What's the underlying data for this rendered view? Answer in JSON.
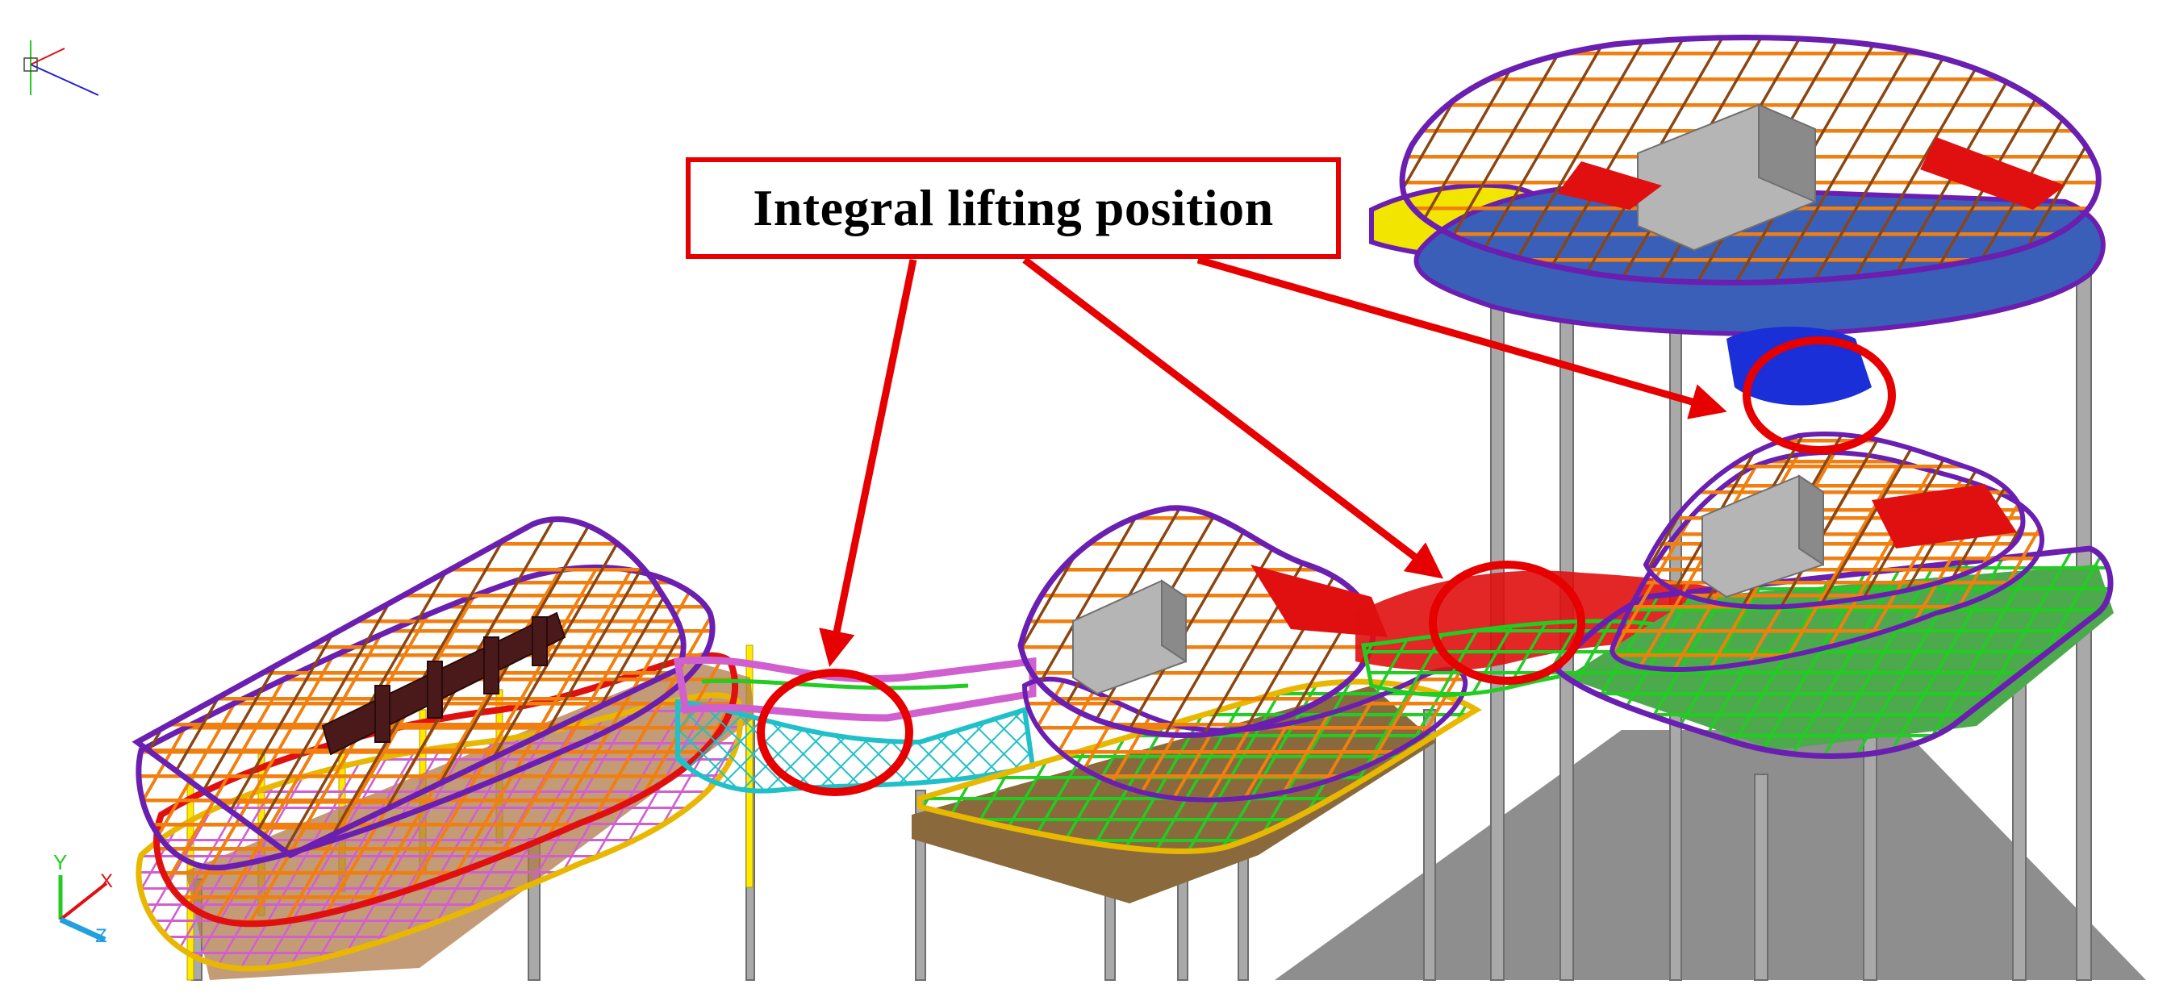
{
  "callout": {
    "label": "Integral lifting position"
  },
  "axes_icon": {
    "x_label": "X",
    "y_label": "Y",
    "z_label": "Z"
  },
  "highlights": [
    "lifting-position-1",
    "lifting-position-2",
    "lifting-position-3"
  ],
  "colors": {
    "callout_red": "#e60000",
    "beam_orange": "#f07f0f",
    "beam_purple": "#6a1fb0",
    "beam_green": "#22cc22",
    "beam_red": "#e01010",
    "beam_cyan": "#20c0c8",
    "beam_magenta": "#d060d0",
    "column_grey": "#a9a9a9",
    "floor_tan": "#8a6a3c",
    "shadow_grey": "#8e8e8e"
  }
}
